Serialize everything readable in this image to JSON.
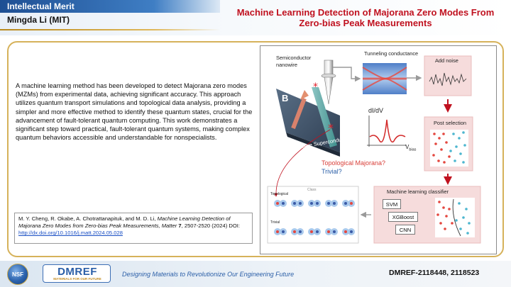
{
  "header": {
    "section_label": "Intellectual Merit",
    "author": "Mingda Li (MIT)",
    "title": "Machine Learning Detection of Majorana Zero Modes From Zero-bias Peak Measurements",
    "accent_color": "#c0111f",
    "brand_color": "#1e4f93"
  },
  "main": {
    "body_text": "A machine learning method has been developed to detect Majorana zero modes (MZMs) from experimental data, achieving significant accuracy. This approach utilizes quantum transport simulations and topological data analysis, providing a simpler and more effective method to identify these quantum states, crucial for the advancement of fault-tolerant quantum computing. This work demonstrates a significant step toward practical, fault-tolerant quantum systems, making complex quantum behaviors accessible and understandable for nonspecialists.",
    "citation": {
      "authors": "M. Y. Cheng, R. Okabe, A. Chotrattanapituk, and M. D. Li,",
      "paper_title": "Machine Learning Detection of Majorana Zero Modes from Zero-bias Peak Measurements, Matter",
      "volume": "7",
      "pages": ", 2507-2520 (2024) DOI:",
      "doi_link": "http://dx.doi.org/10.1016/j.matt.2024.05.028"
    }
  },
  "figure": {
    "semiconductor_label": "Semiconductor",
    "nanowire_label": "nanowire",
    "field_label": "B",
    "substrate_label": "S-wave Superconductor",
    "tunneling_label": "Tunneling conductance",
    "add_noise_label": "Add noise",
    "didv_label": "dI/dV",
    "vbias_label": "V",
    "vbias_sub": "bias",
    "post_selection_label": "Post selection",
    "question_majorana": "Topological Majorana?",
    "question_trivial": "Trivial?",
    "classifier_title": "Machine learning classifier",
    "classifiers": [
      "SVM",
      "XGBoost",
      "CNN"
    ],
    "class_header": "Class",
    "topological_label": "Topological",
    "trivial_label": "Trivial",
    "colors": {
      "red_points": "#e4473f",
      "blue_points": "#4cb6cf",
      "panel_pink": "#f6dcdc"
    }
  },
  "footer": {
    "nsf_logo_text": "NSF",
    "dmref_logo": "DMREF",
    "dmref_subtitle": "MATERIALS FOR OUR FUTURE",
    "tagline": "Designing Materials to Revolutionize Our Engineering Future",
    "grant": "DMREF-2118448, 2118523"
  }
}
